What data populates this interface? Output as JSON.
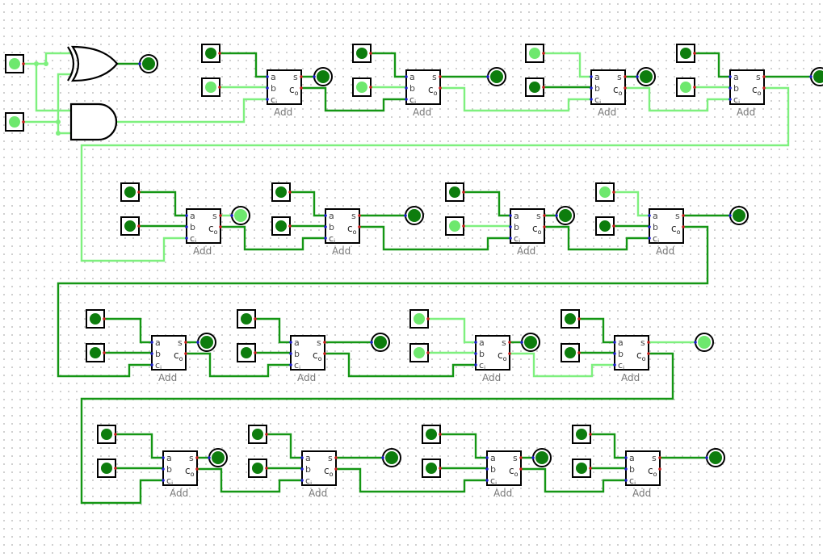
{
  "colors": {
    "wire_on": "#7ef07e",
    "wire_off": "#149614",
    "led_on": "#6ee86e",
    "led_off": "#0d7d0d",
    "body_stroke": "#000000",
    "pin_in": "#1e1ecc",
    "pin_out": "#cc1e1e"
  },
  "component_labels": {
    "adder": "Add",
    "pin_a": "a",
    "pin_b": "b",
    "pin_s": "s",
    "pin_c": "c",
    "pin_cin_sub": "i",
    "pin_cout_sub": "o"
  },
  "half_adder": {
    "input_a": "on",
    "input_b": "on",
    "sum_led": "off",
    "carry_wire": "on"
  },
  "adders": [
    {
      "a": "off",
      "b": "on",
      "sum": "off"
    },
    {
      "a": "off",
      "b": "on",
      "sum": "off"
    },
    {
      "a": "on",
      "b": "off",
      "sum": "off"
    },
    {
      "a": "off",
      "b": "on",
      "sum": "off"
    },
    {
      "a": "off",
      "b": "off",
      "sum": "on"
    },
    {
      "a": "off",
      "b": "off",
      "sum": "off"
    },
    {
      "a": "off",
      "b": "on",
      "sum": "off"
    },
    {
      "a": "on",
      "b": "off",
      "sum": "off"
    },
    {
      "a": "off",
      "b": "off",
      "sum": "off"
    },
    {
      "a": "off",
      "b": "off",
      "sum": "off"
    },
    {
      "a": "on",
      "b": "on",
      "sum": "off"
    },
    {
      "a": "off",
      "b": "off",
      "sum": "on"
    },
    {
      "a": "off",
      "b": "off",
      "sum": "off"
    },
    {
      "a": "off",
      "b": "off",
      "sum": "off"
    },
    {
      "a": "off",
      "b": "off",
      "sum": "off"
    },
    {
      "a": "off",
      "b": "off",
      "sum": "off"
    }
  ]
}
